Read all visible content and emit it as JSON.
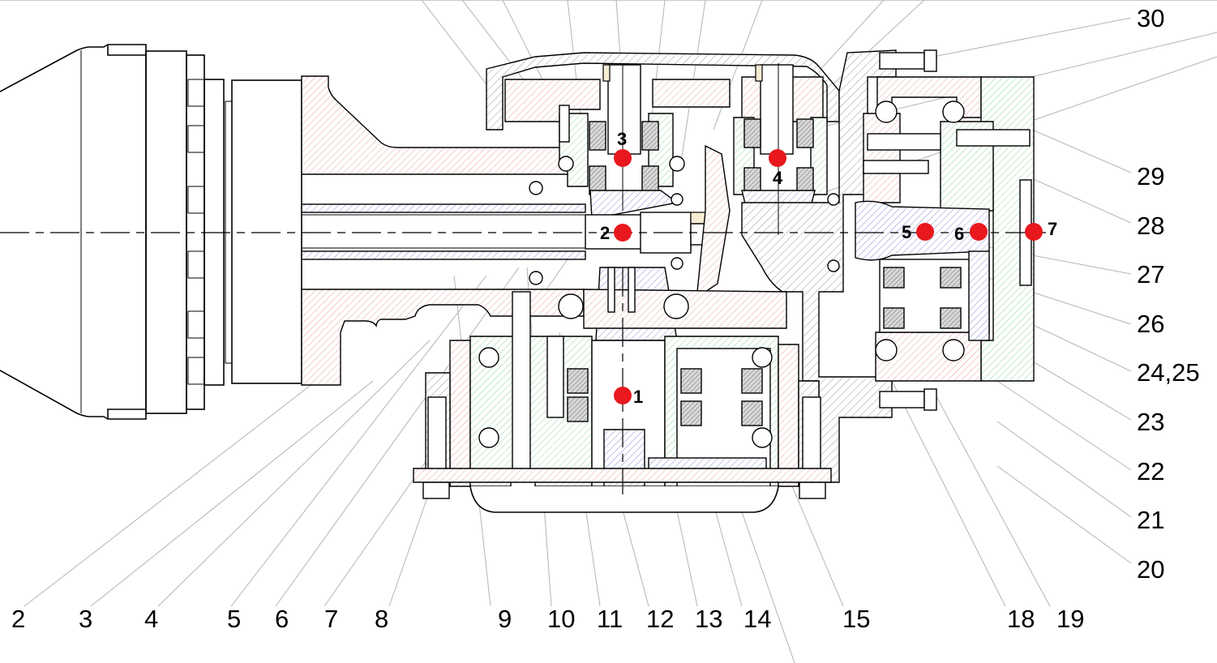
{
  "drawing": {
    "title": "Gearbox cross-section drawing",
    "colors": {
      "hatch_red": "#e8a59a",
      "hatch_green": "#8fd89a",
      "hatch_blue": "#8f8fd8",
      "hatch_grey": "#9a9a9a",
      "leader": "#b4b4b4",
      "marker": "#e8181e"
    },
    "callouts_bottom": [
      "2",
      "3",
      "4",
      "5",
      "6",
      "7",
      "8",
      "9",
      "10",
      "11",
      "12",
      "13",
      "14",
      "15",
      "18",
      "19"
    ],
    "callouts_right": [
      "30",
      "29",
      "28",
      "27",
      "26",
      "24,25",
      "23",
      "22",
      "21",
      "20"
    ],
    "points": [
      {
        "label": "1",
        "name": "point-1"
      },
      {
        "label": "2",
        "name": "point-2"
      },
      {
        "label": "3",
        "name": "point-3"
      },
      {
        "label": "4",
        "name": "point-4"
      },
      {
        "label": "5",
        "name": "point-5"
      },
      {
        "label": "6",
        "name": "point-6"
      },
      {
        "label": "7",
        "name": "point-7"
      }
    ]
  }
}
